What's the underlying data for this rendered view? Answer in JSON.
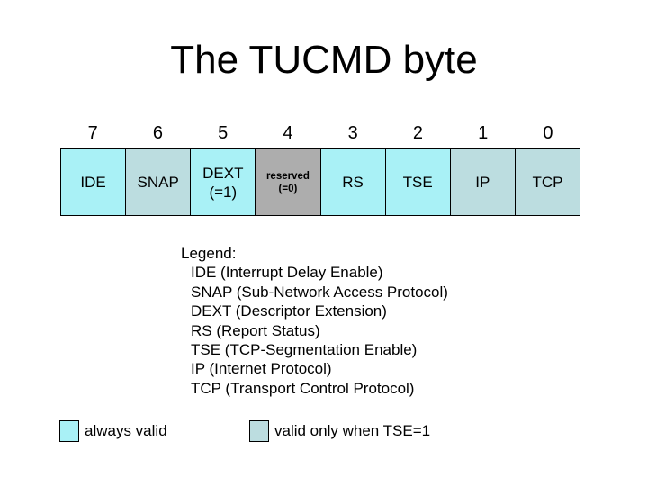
{
  "title": "The TUCMD byte",
  "bitfield": {
    "bits": [
      {
        "number": "7",
        "label": "IDE",
        "validity": "always"
      },
      {
        "number": "6",
        "label": "SNAP",
        "validity": "tse"
      },
      {
        "number": "5",
        "label": "DEXT",
        "sublabel": "(=1)",
        "validity": "always"
      },
      {
        "number": "4",
        "label": "reserved",
        "sublabel": "(=0)",
        "validity": "reserved"
      },
      {
        "number": "3",
        "label": "RS",
        "validity": "always"
      },
      {
        "number": "2",
        "label": "TSE",
        "validity": "always"
      },
      {
        "number": "1",
        "label": "IP",
        "validity": "tse"
      },
      {
        "number": "0",
        "label": "TCP",
        "validity": "tse"
      }
    ]
  },
  "legend": {
    "heading": "Legend:",
    "items": [
      "IDE (Interrupt Delay Enable)",
      "SNAP (Sub-Network Access Protocol)",
      "DEXT (Descriptor Extension)",
      "RS (Report Status)",
      "TSE (TCP-Segmentation Enable)",
      "IP (Internet Protocol)",
      "TCP (Transport Control Protocol)"
    ]
  },
  "key": [
    {
      "label": "always valid",
      "validity": "always"
    },
    {
      "label": "valid only when TSE=1",
      "validity": "tse"
    }
  ],
  "colors": {
    "always_valid": "#A9F1F6",
    "valid_when_tse": "#BCDDE0",
    "reserved": "#ADADAD",
    "border": "#000000",
    "background": "#FFFFFF",
    "text": "#000000"
  }
}
